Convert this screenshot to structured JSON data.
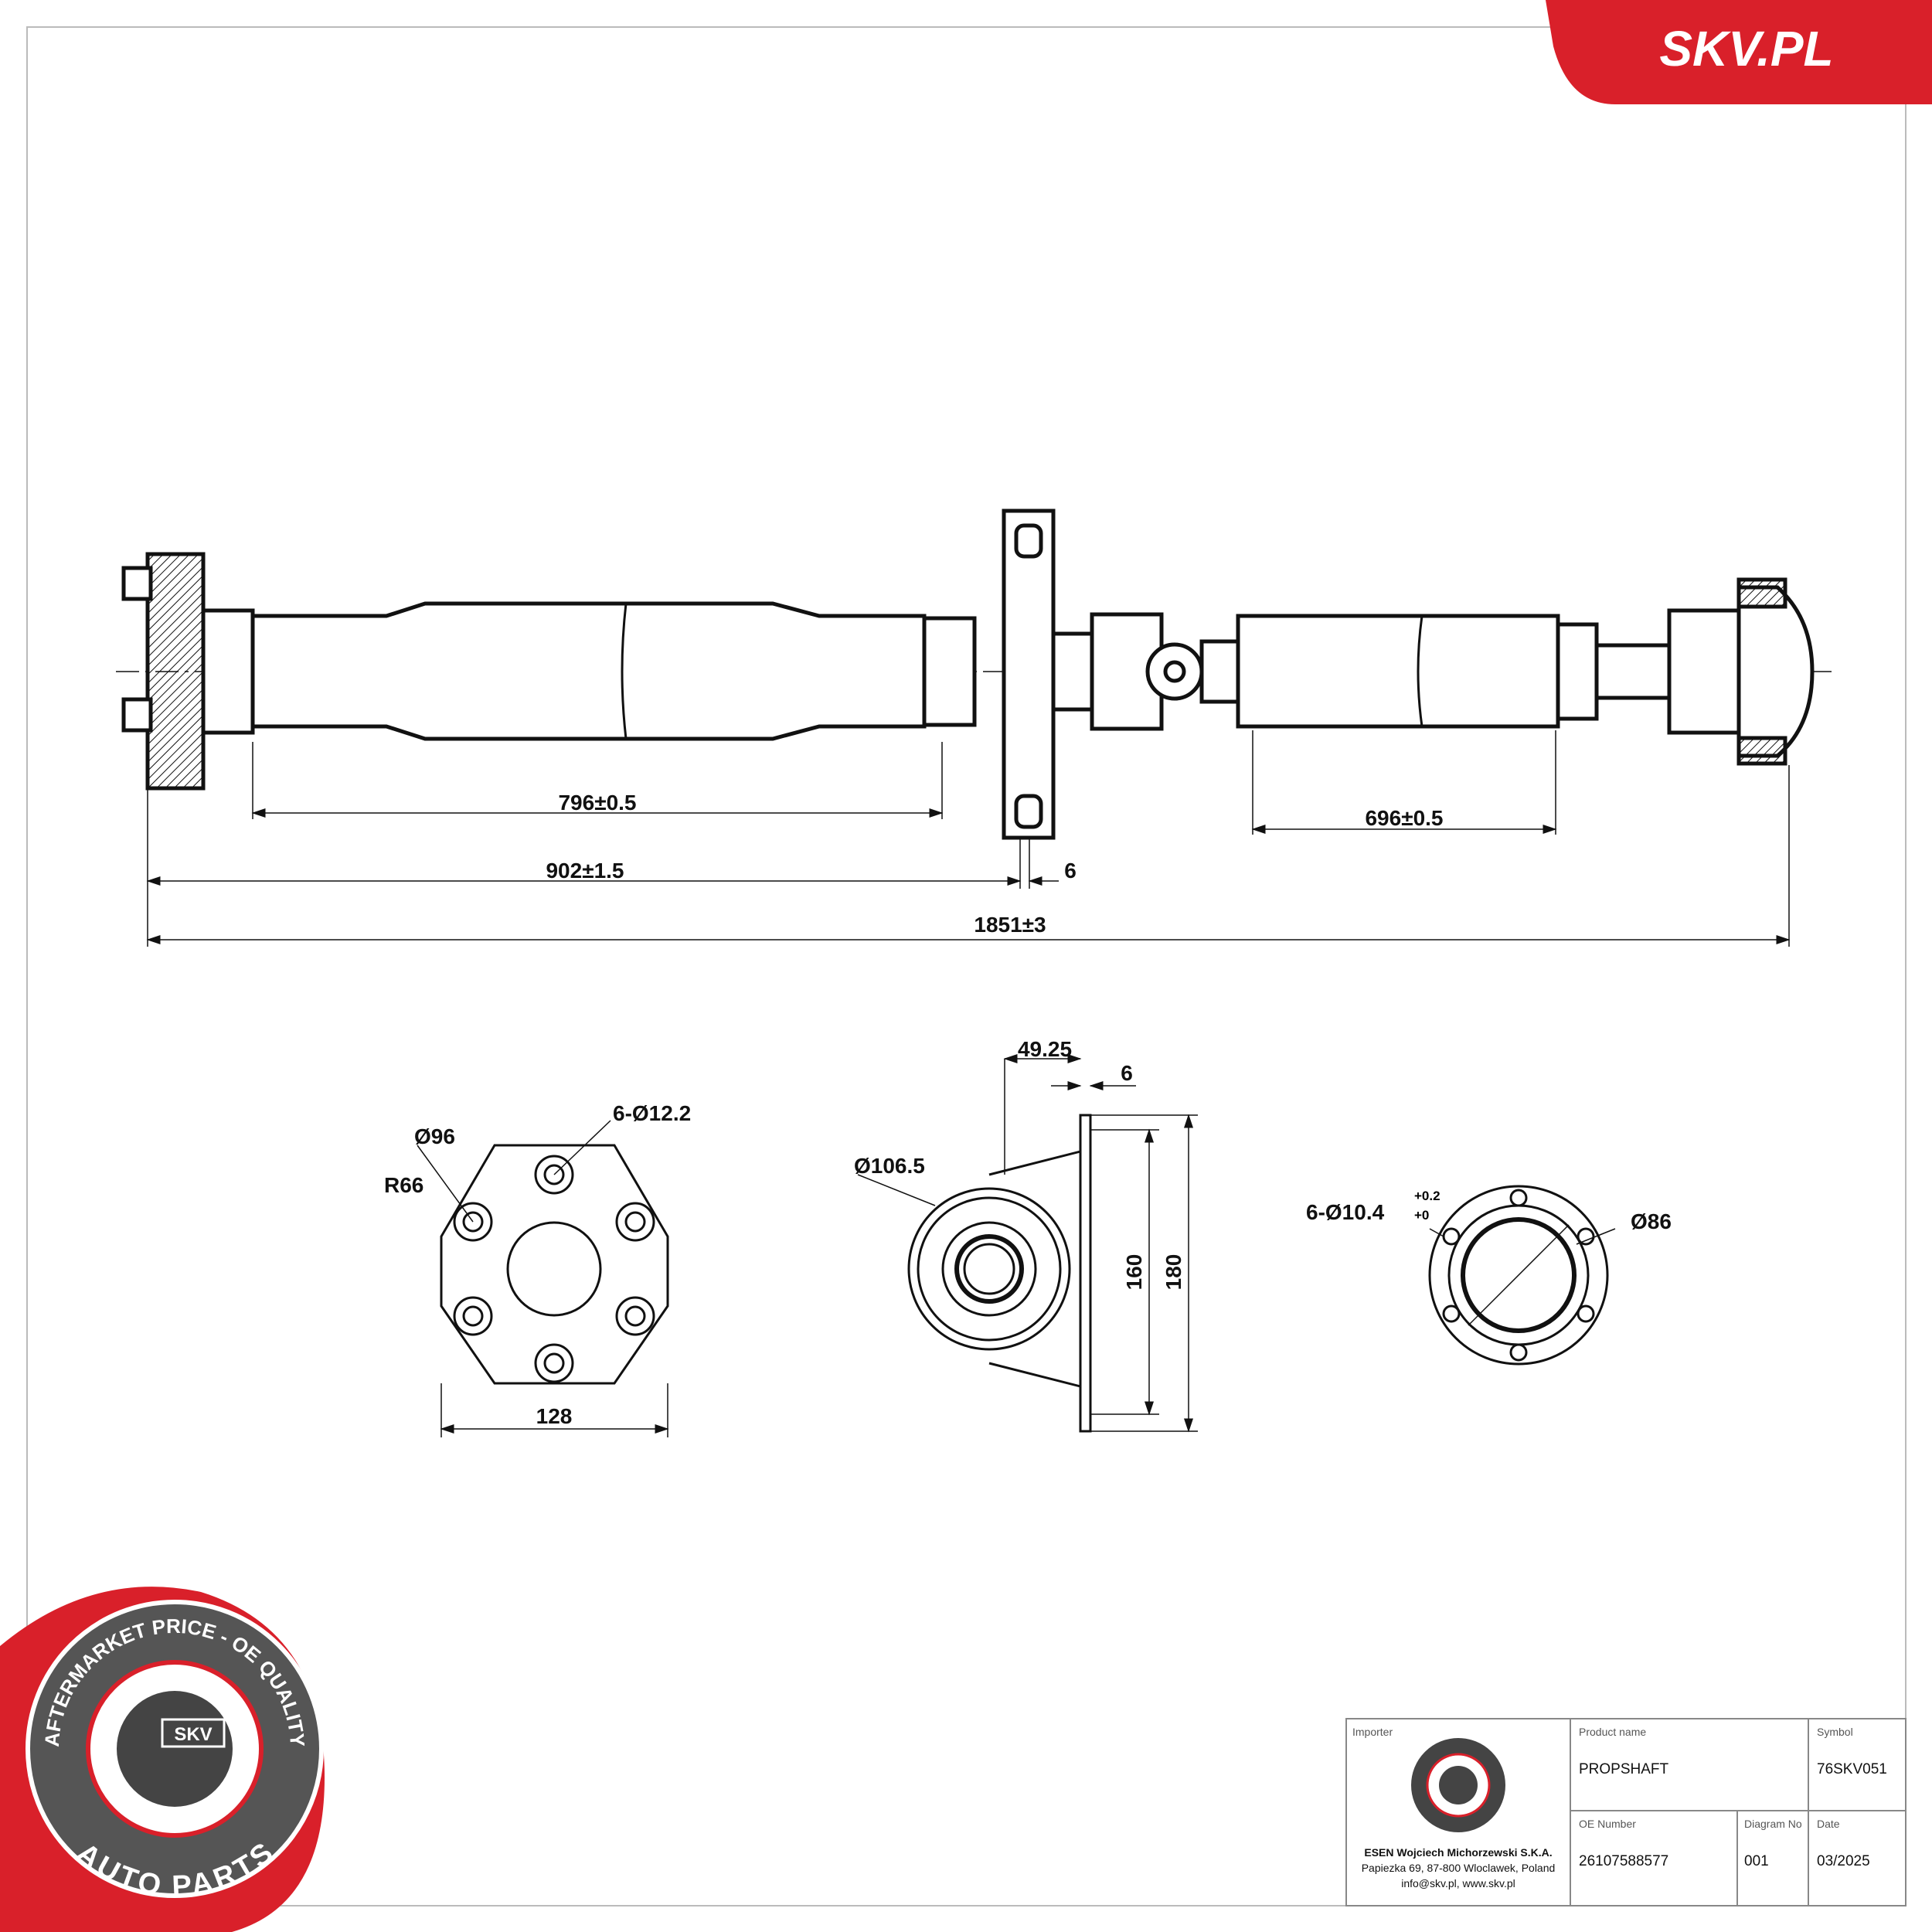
{
  "brand": {
    "label": "SKV.PL",
    "color": "#d9202a"
  },
  "badge": {
    "ring_text_top": "AFTERMARKET PRICE - OE QUALITY",
    "ring_text_bottom": "AUTO PARTS",
    "center": "SKV"
  },
  "dimensions": {
    "tube1_length": "796±0.5",
    "front_length": "902±1.5",
    "bracket_width": "6",
    "tube2_length": "696±0.5",
    "total_length": "1851±3",
    "flange_hole_circle": "Ø96",
    "flange_holes": "6-Ø12.2",
    "flange_radius": "R66",
    "flange_width": "128",
    "bearing_offset": "49.25",
    "bearing_plate": "6",
    "bearing_diameter": "Ø106.5",
    "bearing_hole_spacing": "160",
    "bearing_height": "180",
    "rear_flange_holes": "6-Ø10.4",
    "rear_flange_tol_upper": "+0.2",
    "rear_flange_tol_lower": "+0",
    "rear_flange_diameter": "Ø86"
  },
  "title_block": {
    "importer_label": "Importer",
    "importer_name": "ESEN Wojciech Michorzewski S.K.A.",
    "importer_address": "Papiezka 69, 87-800 Wloclawek, Poland",
    "importer_contact": "info@skv.pl, www.skv.pl",
    "product_name_label": "Product name",
    "product_name": "PROPSHAFT",
    "symbol_label": "Symbol",
    "symbol": "76SKV051",
    "oe_label": "OE Number",
    "oe_number": "26107588577",
    "diagram_label": "Diagram No",
    "diagram_no": "001",
    "date_label": "Date",
    "date": "03/2025"
  }
}
